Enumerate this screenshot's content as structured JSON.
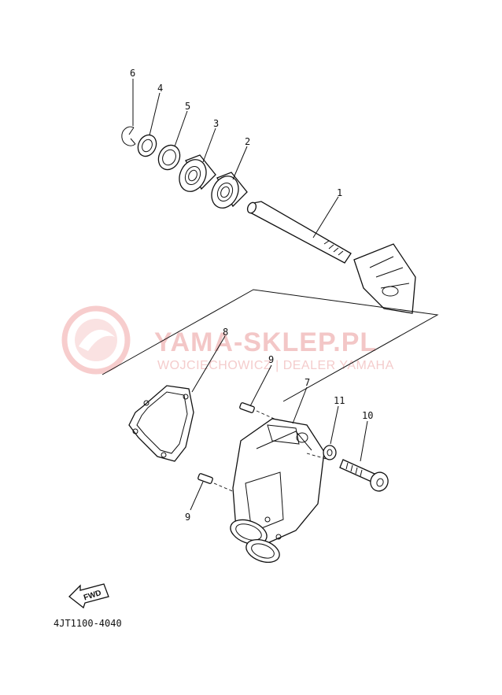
{
  "watermark": {
    "title": "YAMA-SKLEP.PL",
    "subtitle": "WOJCIECHOWICZ | DEALER YAMAHA"
  },
  "callouts": [
    {
      "id": "label-6",
      "text": "6"
    },
    {
      "id": "label-4",
      "text": "4"
    },
    {
      "id": "label-5",
      "text": "5"
    },
    {
      "id": "label-3",
      "text": "3"
    },
    {
      "id": "label-2",
      "text": "2"
    },
    {
      "id": "label-1",
      "text": "1"
    },
    {
      "id": "label-8",
      "text": "8"
    },
    {
      "id": "label-9a",
      "text": "9"
    },
    {
      "id": "label-7",
      "text": "7"
    },
    {
      "id": "label-11",
      "text": "11"
    },
    {
      "id": "label-10",
      "text": "10"
    },
    {
      "id": "label-9b",
      "text": "9"
    }
  ],
  "fwd_marker": "FWD",
  "diagram_code": "4JT1100-4040"
}
